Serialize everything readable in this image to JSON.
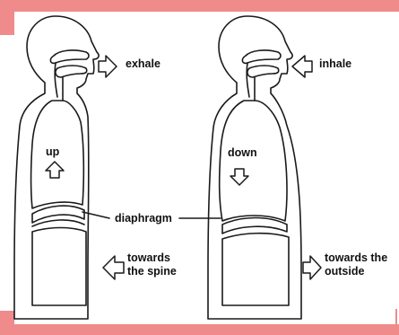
{
  "labels": {
    "exhale": "exhale",
    "inhale": "inhale",
    "up": "up",
    "down": "down",
    "diaphragm": "diaphragm",
    "towards_spine_line1": "towards",
    "towards_spine_line2": "the spine",
    "towards_outside_line1": "towards the",
    "towards_outside_line2": "outside"
  },
  "colors": {
    "band": "#f08b8b",
    "outline": "#1a1a1a",
    "text": "#111111"
  },
  "icons": [
    "arrow-right-icon",
    "arrow-up-icon",
    "arrow-down-icon",
    "arrow-left-icon"
  ]
}
